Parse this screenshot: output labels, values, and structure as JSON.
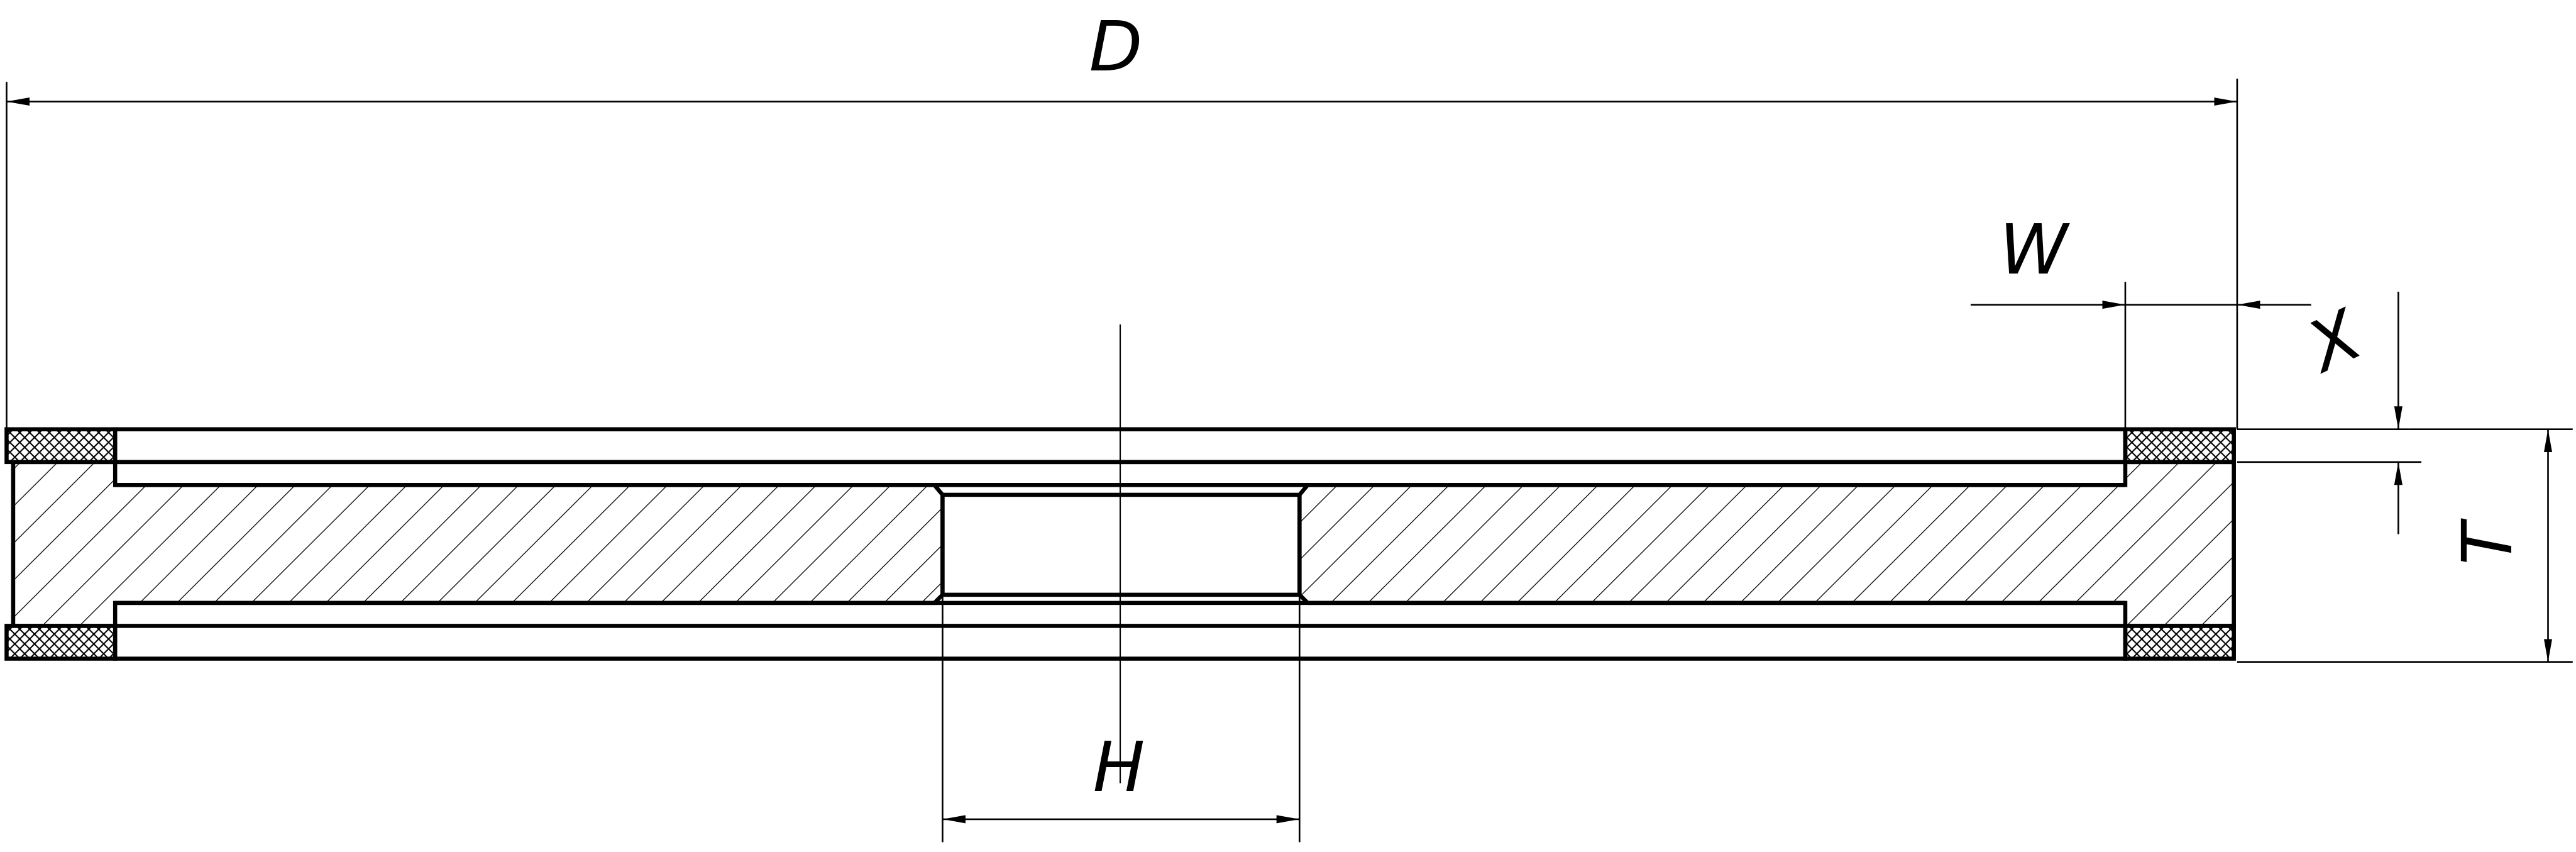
{
  "labels": {
    "outer_diameter": "D",
    "rim_width": "W",
    "layer_thickness": "X",
    "total_thickness": "T",
    "bore_diameter": "H"
  },
  "colors": {
    "line": "#000000",
    "background": "#ffffff"
  }
}
